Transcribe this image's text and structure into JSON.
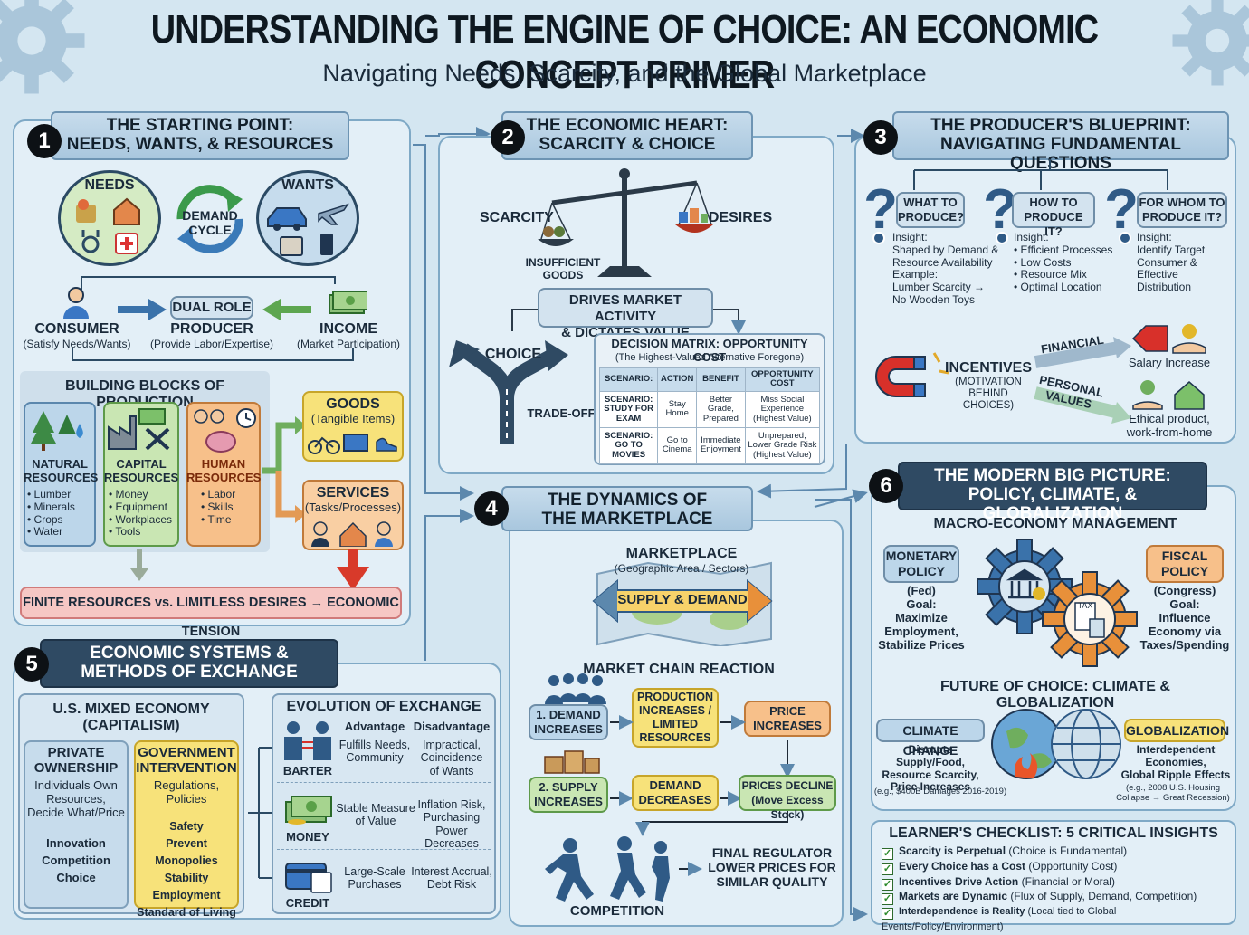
{
  "title": "UNDERSTANDING THE ENGINE OF CHOICE: AN ECONOMIC CONCEPT PRIMER",
  "subtitle": "Navigating Needs, Scarcity, and the Global Marketplace",
  "s1": {
    "num": "1",
    "header": "THE STARTING POINT:\nNEEDS, WANTS, & RESOURCES",
    "needs": "NEEDS",
    "wants": "WANTS",
    "cycle": "DEMAND\nCYCLE",
    "dual_role": "DUAL ROLE",
    "consumer": "CONSUMER",
    "consumer_sub": "(Satisfy Needs/Wants)",
    "producer": "PRODUCER",
    "producer_sub": "(Provide Labor/Expertise)",
    "income": "INCOME",
    "income_sub": "(Market Participation)",
    "bb_title": "BUILDING BLOCKS OF PRODUCTION",
    "natural": "NATURAL\nRESOURCES",
    "natural_items": "• Lumber\n• Minerals\n• Crops\n• Water",
    "capital": "CAPITAL\nRESOURCES",
    "capital_items": "• Money\n• Equipment\n• Workplaces\n• Tools",
    "human": "HUMAN\nRESOURCES",
    "human_items": "• Labor\n• Skills\n• Time",
    "goods": "GOODS",
    "goods_sub": "(Tangible Items)",
    "services": "SERVICES",
    "services_sub": "(Tasks/Processes)",
    "tension": "FINITE RESOURCES vs. LIMITLESS DESIRES → ECONOMIC TENSION"
  },
  "s2": {
    "num": "2",
    "header": "THE ECONOMIC HEART:\nSCARCITY & CHOICE",
    "scarcity": "SCARCITY",
    "desires": "DESIRES",
    "insufficient": "INSUFFICIENT GOODS",
    "drives": "DRIVES MARKET ACTIVITY\n& DICTATES VALUE (PRICE)",
    "choice": "CHOICE",
    "tradeoff": "TRADE-OFF",
    "matrix_title": "DECISION MATRIX: OPPORTUNITY COST",
    "matrix_sub": "(The Highest-Valued Alternative Foregone)",
    "matrix_headers": [
      "SCENARIO:",
      "ACTION",
      "BENEFIT",
      "OPPORTUNITY COST"
    ],
    "matrix_rows": [
      [
        "SCENARIO: STUDY FOR EXAM",
        "Stay Home",
        "Better Grade, Prepared",
        "Miss Social Experience (Highest Value)"
      ],
      [
        "SCENARIO: GO TO MOVIES",
        "Go to Cinema",
        "Immediate Enjoyment",
        "Unprepared, Lower Grade Risk (Highest Value)"
      ]
    ]
  },
  "s3": {
    "num": "3",
    "header": "THE PRODUCER'S BLUEPRINT:\nNAVIGATING FUNDAMENTAL QUESTIONS",
    "q1": "WHAT TO\nPRODUCE?",
    "q2": "HOW TO\nPRODUCE IT?",
    "q3": "FOR WHOM TO\nPRODUCE IT?",
    "i1": "Insight:\nShaped by Demand &\nResource Availability\nExample:\nLumber Scarcity →\nNo Wooden Toys",
    "i2": "Insight:\n• Efficient Processes\n• Low Costs\n• Resource Mix\n• Optimal Location",
    "i3": "Insight:\nIdentify Target\nConsumer &\nEffective Distribution",
    "incentives": "INCENTIVES",
    "incentives_sub": "(MOTIVATION\nBEHIND CHOICES)",
    "financial": "FINANCIAL",
    "personal": "PERSONAL\nVALUES",
    "salary": "Salary Increase",
    "ethical": "Ethical product,\nwork-from-home"
  },
  "s4": {
    "num": "4",
    "header": "THE DYNAMICS OF\nTHE MARKETPLACE",
    "marketplace": "MARKETPLACE",
    "marketplace_sub": "(Geographic Area / Sectors)",
    "sd": "SUPPLY & DEMAND",
    "chain": "MARKET CHAIN REACTION",
    "d1": "1. DEMAND\nINCREASES",
    "p1": "PRODUCTION\nINCREASES /\nLIMITED\nRESOURCES",
    "pr1": "PRICE\nINCREASES",
    "d2": "2. SUPPLY\nINCREASES",
    "p2": "DEMAND\nDECREASES",
    "pr2": "PRICES DECLINE\n(Move Excess Stock)",
    "competition": "COMPETITION",
    "final": "FINAL REGULATOR\nLOWER PRICES FOR\nSIMILAR QUALITY"
  },
  "s5": {
    "num": "5",
    "header": "ECONOMIC SYSTEMS &\nMETHODS OF EXCHANGE",
    "us": "U.S. MIXED ECONOMY\n(CAPITALISM)",
    "private": "PRIVATE\nOWNERSHIP",
    "private_sub": "Individuals Own\nResources,\nDecide What/Price",
    "private_list": "Innovation\nCompetition\nChoice",
    "gov": "GOVERNMENT\nINTERVENTION",
    "gov_sub": "Regulations,\nPolicies",
    "gov_list": "Safety\nPrevent Monopolies\nStability\nEmployment\nStandard of Living",
    "evo": "EVOLUTION OF EXCHANGE",
    "adv": "Advantage",
    "dis": "Disadvantage",
    "barter": "BARTER",
    "barter_adv": "Fulfills Needs,\nCommunity",
    "barter_dis": "Impractical,\nCoincidence\nof Wants",
    "money": "MONEY",
    "money_adv": "Stable Measure\nof Value",
    "money_dis": "Inflation Risk,\nPurchasing\nPower Decreases",
    "credit": "CREDIT",
    "credit_adv": "Large-Scale\nPurchases",
    "credit_dis": "Interest Accrual,\nDebt Risk"
  },
  "s6": {
    "num": "6",
    "header": "THE MODERN BIG PICTURE:\nPOLICY, CLIMATE, & GLOBALIZATION",
    "macro": "MACRO-ECONOMY MANAGEMENT",
    "monetary": "MONETARY\nPOLICY",
    "monetary_sub": "(Fed)\nGoal:\nMaximize\nEmployment,\nStabilize Prices",
    "fiscal": "FISCAL\nPOLICY",
    "fiscal_sub": "(Congress)\nGoal:\nInfluence\nEconomy via\nTaxes/Spending",
    "tax": "TAX",
    "future": "FUTURE OF CHOICE: CLIMATE & GLOBALIZATION",
    "climate": "CLIMATE CHANGE",
    "climate_sub": "Disrupts Supply/Food,\nResource Scarcity,\nPrice Increases",
    "climate_note": "(e.g., $400B Damages 2016-2019)",
    "glob": "GLOBALIZATION",
    "glob_sub": "Interdependent\nEconomies,\nGlobal Ripple Effects",
    "glob_note": "(e.g., 2008 U.S. Housing\nCollapse → Great Recession)"
  },
  "checklist": {
    "title": "LEARNER'S CHECKLIST: 5 CRITICAL INSIGHTS",
    "items": [
      {
        "b": "Scarcity is Perpetual",
        "t": " (Choice is Fundamental)"
      },
      {
        "b": "Every Choice has a Cost",
        "t": " (Opportunity Cost)"
      },
      {
        "b": "Incentives Drive Action",
        "t": " (Financial or Moral)"
      },
      {
        "b": "Markets are Dynamic",
        "t": " (Flux of Supply, Demand, Competition)"
      },
      {
        "b": "Interdependence is Reality",
        "t": " (Local tied to Global Events/Policy/Environment)"
      }
    ]
  },
  "colors": {
    "dark_header": "#2f4a63",
    "green": "#c9e6b3",
    "orange": "#f7c08a",
    "yellow": "#f7e27a",
    "pink": "#f6c7c4",
    "blue": "#bcd6ea"
  }
}
